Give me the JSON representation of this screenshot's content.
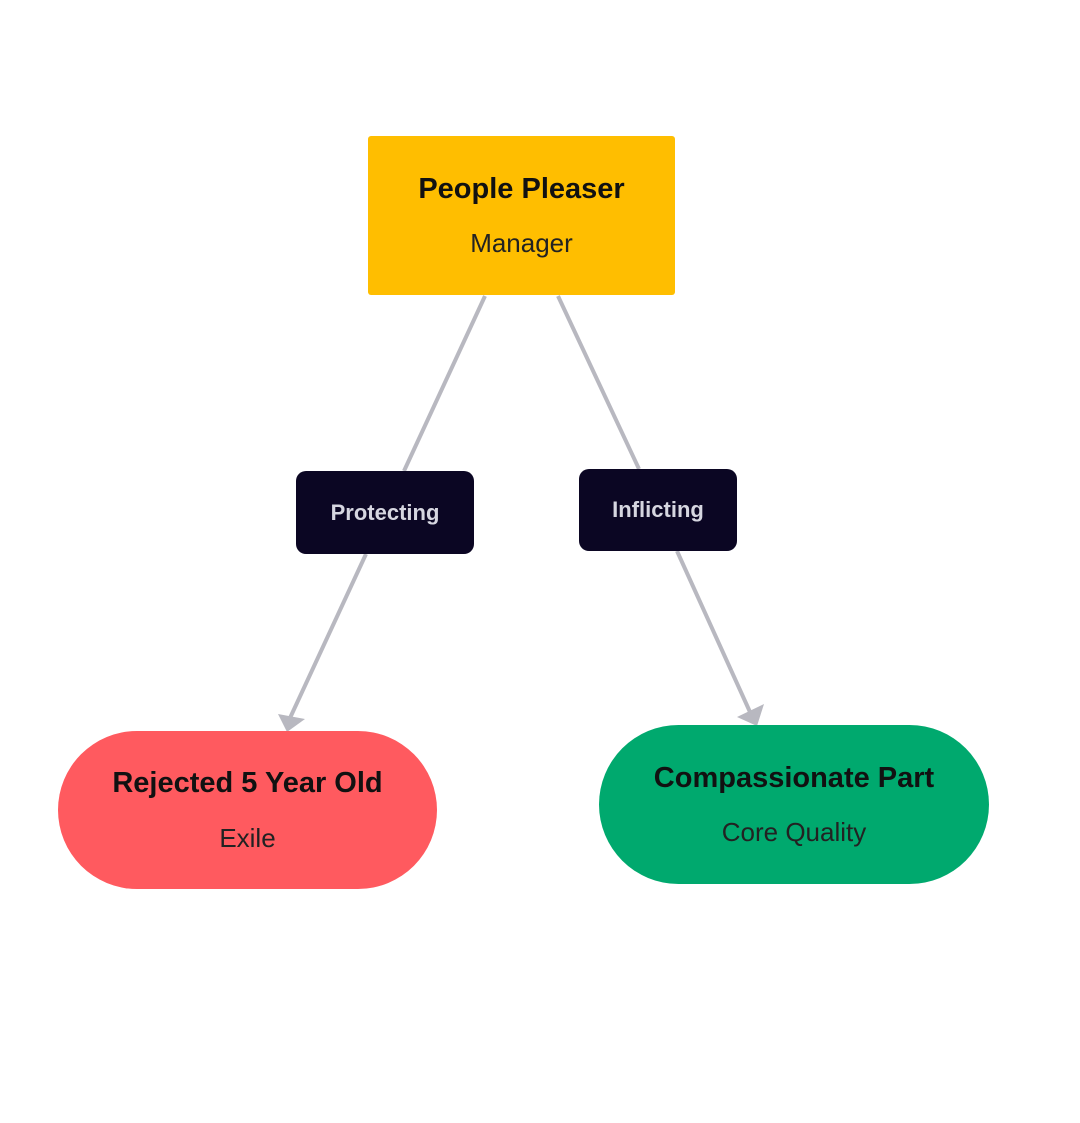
{
  "colors": {
    "manager_fill": "#FFBE00",
    "exile_fill": "#FF5A5F",
    "core_fill": "#00A96E",
    "edge_label_fill": "#0B0623",
    "edge_stroke": "#B8B8C0"
  },
  "nodes": {
    "manager": {
      "title": "People Pleaser",
      "subtitle": "Manager"
    },
    "exile": {
      "title": "Rejected 5 Year Old",
      "subtitle": "Exile"
    },
    "core": {
      "title": "Compassionate Part",
      "subtitle": "Core Quality"
    }
  },
  "edges": [
    {
      "from": "manager",
      "to": "exile",
      "label": "Protecting"
    },
    {
      "from": "manager",
      "to": "core",
      "label": "Inflicting"
    }
  ]
}
